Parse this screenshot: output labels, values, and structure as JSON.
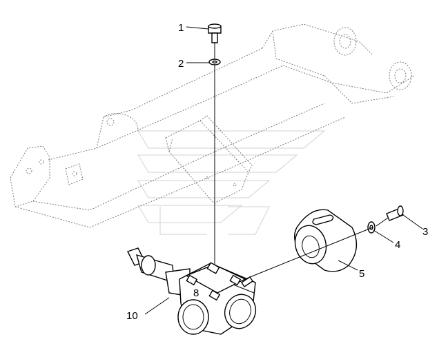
{
  "callouts": [
    {
      "id": "1",
      "label": "1"
    },
    {
      "id": "2",
      "label": "2"
    },
    {
      "id": "3",
      "label": "3"
    },
    {
      "id": "4",
      "label": "4"
    },
    {
      "id": "5",
      "label": "5"
    },
    {
      "id": "8",
      "label": "8"
    },
    {
      "id": "10",
      "label": "10"
    }
  ],
  "colors": {
    "line": "#000000",
    "ghost_line": "#7a7a7a",
    "watermark": "#d9d9d9",
    "background": "#ffffff"
  }
}
